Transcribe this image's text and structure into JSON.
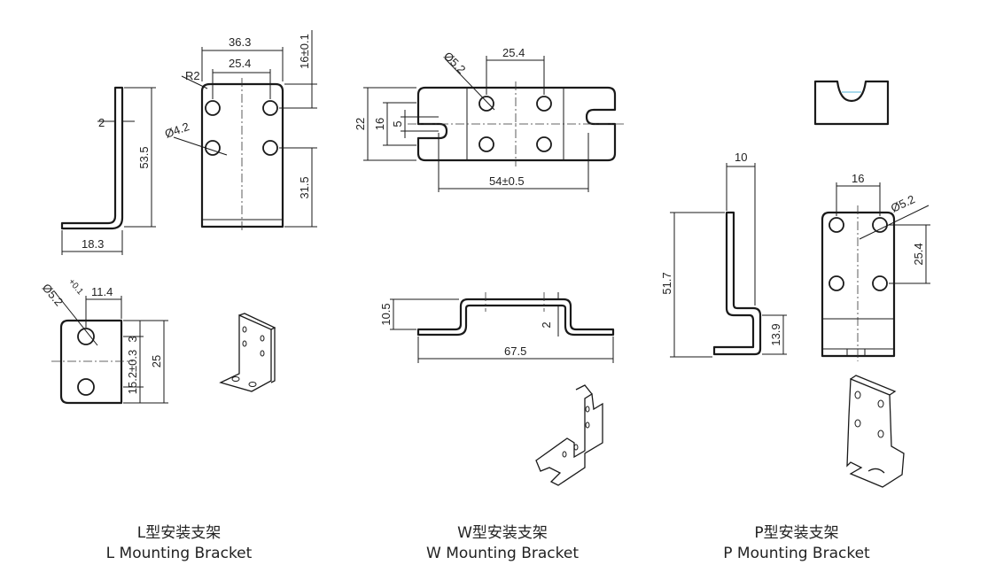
{
  "l_bracket": {
    "dims": {
      "total_width": "36.3",
      "hole_pitch_x": "25.4",
      "tol_top": "16±0.1",
      "radius": "R2",
      "hole_dia": "Ø4.2",
      "thickness": "2",
      "height": "53.5",
      "lower_height": "31.5",
      "foot": "18.3",
      "small_width": "11.4",
      "small_hole": "Ø5.2",
      "small_tol": "+0.1",
      "small_offset": "3",
      "small_pitch": "15.2±0.3",
      "small_height": "25"
    },
    "caption_zh": "L型安装支架",
    "caption_en": "L Mounting Bracket"
  },
  "w_bracket": {
    "dims": {
      "hole_dia": "Ø5.2",
      "hole_pitch": "25.4",
      "outer_height": "22",
      "slot_height": "16",
      "slot_width": "5",
      "length": "54±0.5",
      "step": "10.5",
      "thickness": "2",
      "overall": "67.5"
    },
    "caption_zh": "W型安装支架",
    "caption_en": "W Mounting Bracket"
  },
  "p_bracket": {
    "dims": {
      "offset": "10",
      "height": "51.7",
      "foot": "13.9",
      "hole_pitch_x": "16",
      "hole_dia": "Ø5.2",
      "hole_pitch_y": "25.4"
    },
    "caption_zh": "P型安装支架",
    "caption_en": "P Mounting Bracket"
  }
}
